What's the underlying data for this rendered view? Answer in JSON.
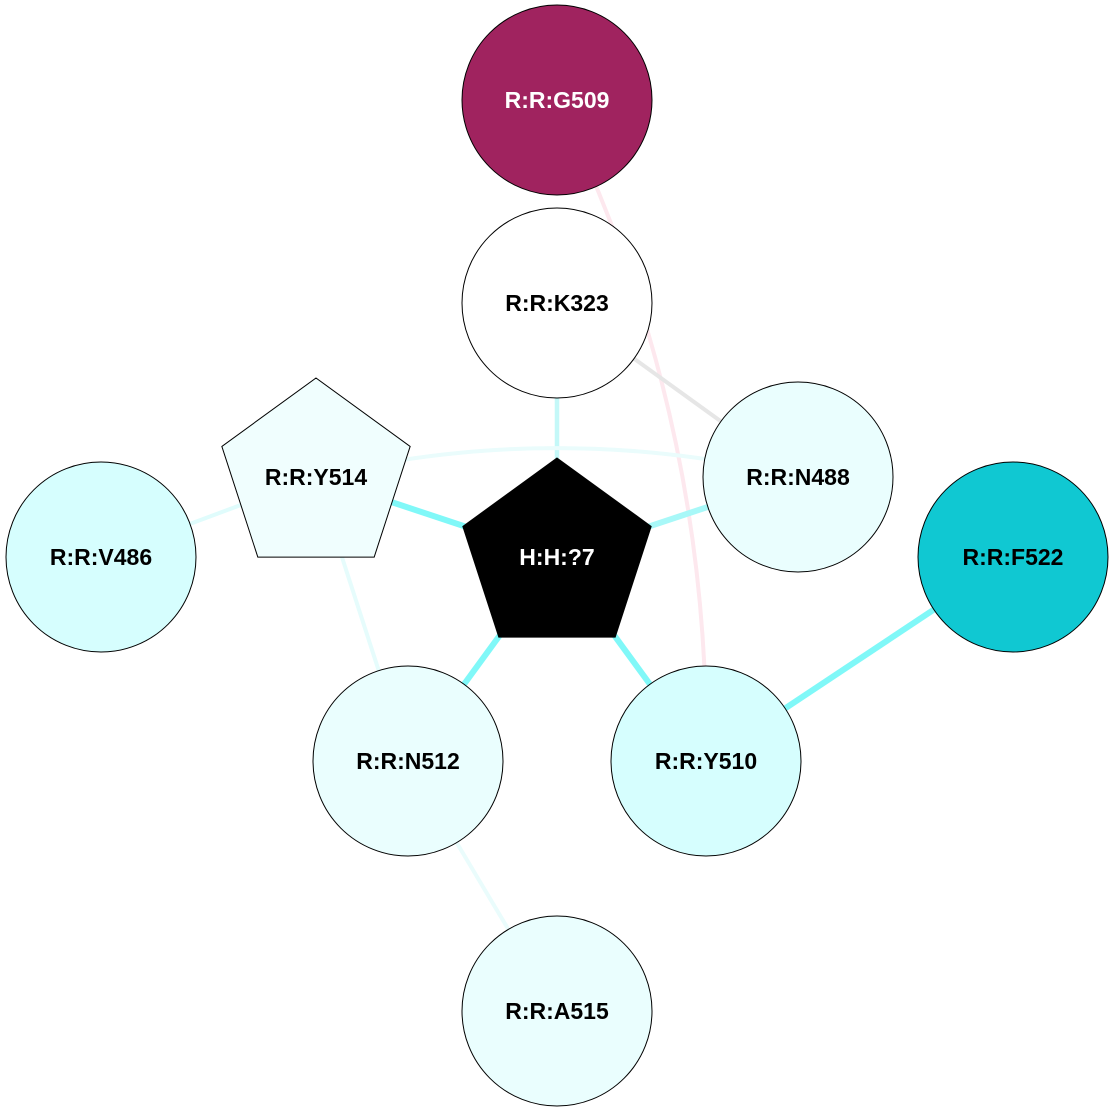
{
  "nodes": [
    {
      "id": "G509",
      "label": "R:R:G509",
      "fill": "#a0235f",
      "text_color": "#ffffff",
      "shape": "circle"
    },
    {
      "id": "K323",
      "label": "R:R:K323",
      "fill": "#ffffff",
      "text_color": "#000000",
      "shape": "circle"
    },
    {
      "id": "Y514",
      "label": "R:R:Y514",
      "fill": "#f0fefe",
      "text_color": "#000000",
      "shape": "pentagon"
    },
    {
      "id": "N488",
      "label": "R:R:N488",
      "fill": "#eafefe",
      "text_color": "#000000",
      "shape": "circle"
    },
    {
      "id": "V486",
      "label": "R:R:V486",
      "fill": "#d6fefe",
      "text_color": "#000000",
      "shape": "circle"
    },
    {
      "id": "H7",
      "label": "H:H:?7",
      "fill": "#000000",
      "text_color": "#ffffff",
      "shape": "pentagon"
    },
    {
      "id": "F522",
      "label": "R:R:F522",
      "fill": "#10c8d2",
      "text_color": "#000000",
      "shape": "circle"
    },
    {
      "id": "N512",
      "label": "R:R:N512",
      "fill": "#eafefe",
      "text_color": "#000000",
      "shape": "circle"
    },
    {
      "id": "Y510",
      "label": "R:R:Y510",
      "fill": "#d6fefe",
      "text_color": "#000000",
      "shape": "circle"
    },
    {
      "id": "A515",
      "label": "R:R:A515",
      "fill": "#eafefe",
      "text_color": "#000000",
      "shape": "circle"
    }
  ],
  "edges": [
    {
      "from": "G509",
      "to": "Y510",
      "color": "#fde8ee",
      "weight": "thin",
      "curved": true
    },
    {
      "from": "K323",
      "to": "N488",
      "color": "#e6e6e6",
      "weight": "thin",
      "curved": false
    },
    {
      "from": "K323",
      "to": "H7",
      "color": "#c4f8f8",
      "weight": "medium",
      "curved": false
    },
    {
      "from": "Y514",
      "to": "N488",
      "color": "#eafcfc",
      "weight": "thin",
      "curved": true
    },
    {
      "from": "Y514",
      "to": "H7",
      "color": "#80f8f8",
      "weight": "thick",
      "curved": false
    },
    {
      "from": "N488",
      "to": "H7",
      "color": "#a8f8f8",
      "weight": "thick",
      "curved": false
    },
    {
      "from": "V486",
      "to": "Y514",
      "color": "#e0fcfc",
      "weight": "thin",
      "curved": false
    },
    {
      "from": "Y514",
      "to": "N512",
      "color": "#e6fcfc",
      "weight": "thin",
      "curved": false
    },
    {
      "from": "H7",
      "to": "N512",
      "color": "#80f8f8",
      "weight": "thick",
      "curved": false
    },
    {
      "from": "H7",
      "to": "Y510",
      "color": "#80f8f8",
      "weight": "thick",
      "curved": false
    },
    {
      "from": "F522",
      "to": "Y510",
      "color": "#80f8f8",
      "weight": "thick",
      "curved": false
    },
    {
      "from": "N512",
      "to": "A515",
      "color": "#eafcfc",
      "weight": "thin",
      "curved": false
    }
  ]
}
